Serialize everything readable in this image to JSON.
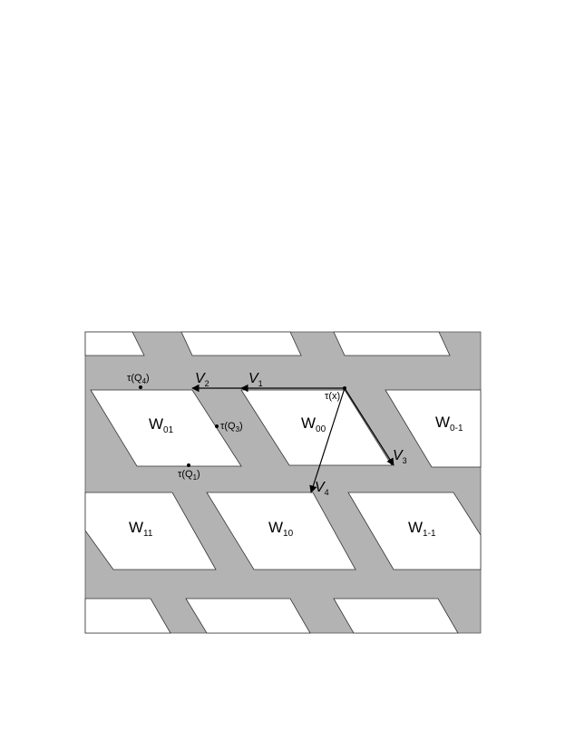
{
  "regions": [
    {
      "name": "W",
      "sub": "01"
    },
    {
      "name": "W",
      "sub": "00"
    },
    {
      "name": "W",
      "sub": "0-1"
    },
    {
      "name": "W",
      "sub": "11"
    },
    {
      "name": "W",
      "sub": "10"
    },
    {
      "name": "W",
      "sub": "1-1"
    }
  ],
  "vectors": [
    {
      "name": "V",
      "sub": "1"
    },
    {
      "name": "V",
      "sub": "2"
    },
    {
      "name": "V",
      "sub": "3"
    },
    {
      "name": "V",
      "sub": "4"
    }
  ],
  "points": [
    {
      "prefix": "τ(Q",
      "sub": "4",
      "suffix": ")"
    },
    {
      "prefix": "τ(Q",
      "sub": "3",
      "suffix": ")"
    },
    {
      "prefix": "τ(Q",
      "sub": "1",
      "suffix": ")"
    },
    {
      "prefix": "τ(",
      "sub": "",
      "suffix": "x)"
    }
  ],
  "colors": {
    "background_band": "#b3b3b3",
    "tile": "#ffffff",
    "stroke": "#000000"
  }
}
